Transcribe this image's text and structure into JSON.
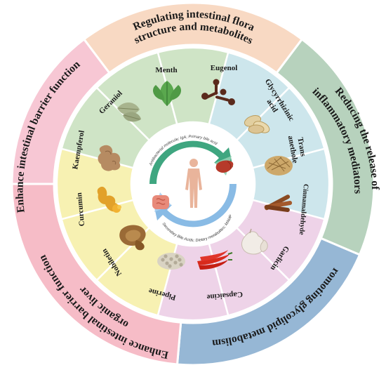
{
  "outer_ring": [
    {
      "id": "flora",
      "lines": [
        "Regulating intestinal flora",
        "structure and metabolites"
      ],
      "color": "#f8d9c3"
    },
    {
      "id": "inflammatory",
      "lines": [
        "Reducing the release of",
        "inflammatory mediators"
      ],
      "color": "#b7d2bd"
    },
    {
      "id": "glycolipid",
      "lines": [
        "Promoting glycolipid metabolism"
      ],
      "color": "#96b7d5"
    },
    {
      "id": "barrier-liver",
      "lines": [
        "Enhance intestinal barrier function",
        "organic liver"
      ],
      "color": "#f6bcc7"
    },
    {
      "id": "barrier",
      "lines": [
        "Enhance intestinal barrier function"
      ],
      "color": "#f7c7d4"
    }
  ],
  "compounds": [
    {
      "name": "Menth",
      "color": "#cfe4c6",
      "icon": "mint-leaf-icon"
    },
    {
      "name": "Eugenol",
      "color": "#cde6ec",
      "icon": "clove-icon"
    },
    {
      "name": "Glycyrrhizinic acid",
      "color": "#cde6ec",
      "icon": "licorice-slices-icon"
    },
    {
      "name": "Trans anethole",
      "color": "#cde6ec",
      "icon": "anise-pile-icon"
    },
    {
      "name": "Cinnamaldehyde",
      "color": "#eed3e8",
      "icon": "cinnamon-sticks-icon"
    },
    {
      "name": "Garlicin",
      "color": "#eed3e8",
      "icon": "garlic-icon"
    },
    {
      "name": "Capsaicine",
      "color": "#eed3e8",
      "icon": "chili-pepper-icon"
    },
    {
      "name": "Piperine",
      "color": "#f7f1b2",
      "icon": "pepper-seeds-icon"
    },
    {
      "name": "Nobiletin",
      "color": "#f7f1b2",
      "icon": "citrus-peel-icon"
    },
    {
      "name": "Curcumin",
      "color": "#f7f1b2",
      "icon": "turmeric-icon"
    },
    {
      "name": "Kaempferol",
      "color": "#cfe4c6",
      "icon": "ginger-root-icon"
    },
    {
      "name": "Geraniol",
      "color": "#cfe4c6",
      "icon": "bay-leaf-icon"
    }
  ],
  "core": {
    "top_label": "Antibacterial molecule; IgA; Primary bile acid",
    "bottom_label": "Secondary Bile Acids; Dietary metabolites; MAMP",
    "icons": [
      "human-body-icon",
      "liver-icon",
      "intestine-icon"
    ],
    "arrow_green": "#2f9e75",
    "arrow_blue": "#7fb5e3"
  }
}
